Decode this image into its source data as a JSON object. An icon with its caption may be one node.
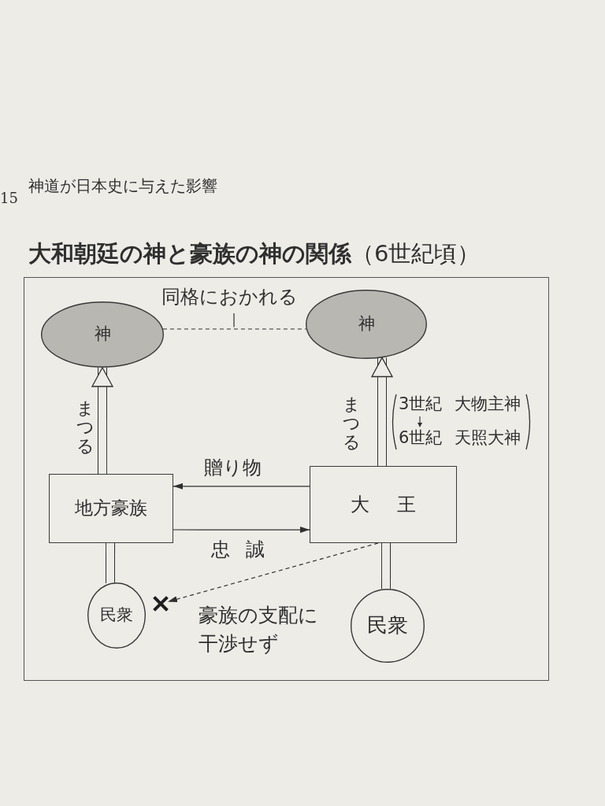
{
  "diagram": {
    "title": "**大和朝廷の神と豪族の神の関係**（6世紀頃）",
    "nodes": [
      {
        "text": [
          "神"
        ]
      },
      {
        "text": [
          "神"
        ]
      },
      {
        "text": [
          "地方豪族"
        ]
      },
      {
        "text": [
          "大 王"
        ]
      },
      {
        "text": [
          "民衆"
        ]
      },
      {
        "text": [
          "民衆"
        ]
      },
      {
        "text": [],
        "shape": "cross"
      }
    ],
    "edges": [
      {
        "from": 0,
        "to": 1,
        "arrow": "none",
        "label": "同格におかれる",
        "style": "dashed"
      },
      {
        "from": 2,
        "to": 0,
        "arrow": "to",
        "label": "まつる",
        "style": "thick"
      },
      {
        "from": 3,
        "to": 1,
        "arrow": "to",
        "label": "まつる",
        "style": "thick"
      },
      {
        "from": 3,
        "to": 2,
        "arrow": "to",
        "label": "贈り物"
      },
      {
        "from": 2,
        "to": 3,
        "arrow": "to",
        "label": "忠 誠"
      },
      {
        "from": 4,
        "to": 2,
        "arrow": "none",
        "style": "thick"
      },
      {
        "from": 5,
        "to": 3,
        "arrow": "none",
        "style": "thick"
      },
      {
        "from": 3,
        "to": 6,
        "arrow": "to",
        "label": "豪族の支配に干渉せず",
        "style": "dashed"
      }
    ],
    "labels": [
      "15",
      "神道が日本史に与えた影響",
      "3世紀 大物主神",
      "6世紀 天照大神"
    ]
  }
}
